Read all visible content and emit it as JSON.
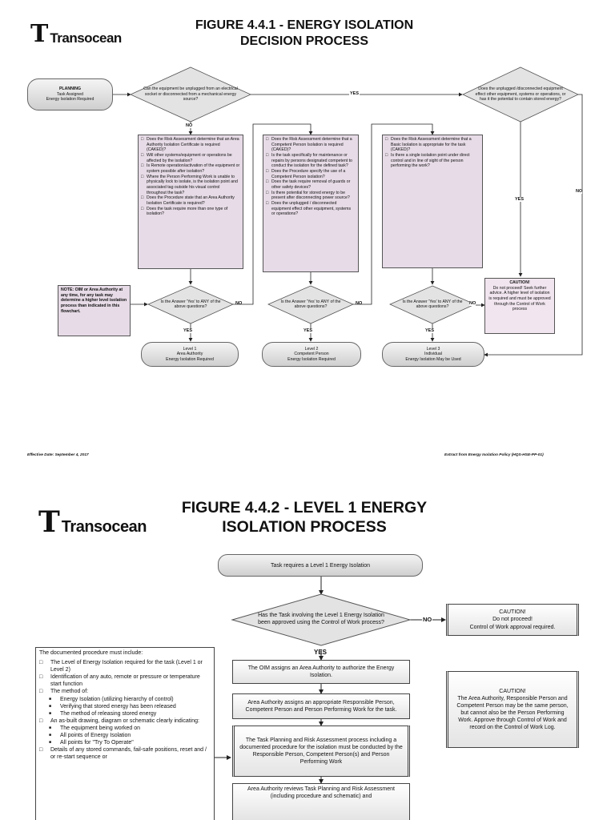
{
  "logo_text": "Transocean",
  "fig1": {
    "title_line1": "FIGURE 4.4.1 - ENERGY ISOLATION",
    "title_line2": "DECISION PROCESS",
    "planning": {
      "l1": "PLANNING",
      "l2": "Task Assigned",
      "l3": "Energy Isolation Required"
    },
    "d1": "Can the equipment be unplugged from an electrical socket or disconnected from a mechanical energy source?",
    "d2": "Does the unplugged /disconnected equipment effect other equipment, systems or operations, or has it the potential to contain stored energy?",
    "yes": "YES",
    "no": "NO",
    "q1": [
      "Does the Risk Assessment determine that an Area Authority Isolation Certificate is required (CAKED)?",
      "Will other systems/equipment or operations be affected by the isolation?",
      "Is Remote operation/activation of the equipment or system possible after isolation?",
      "Where the Person Performing Work is unable to physically lock to isolate, is the isolation point and associated tag outside his visual control throughout the task?",
      "Does the Procedure state that an Area Authority Isolation Certificate is required?",
      "Does the task require more than one type of isolation?"
    ],
    "q2": [
      "Does the Risk Assessment determine that a Competent Person Isolation is required (CAKED)?",
      "Is the task specifically for maintenance or repairs by persons designated competent to conduct the isolation for the defined task?",
      "Does the Procedure specify the use of a Competent Person isolation?",
      "Does the task require removal of guards or other safety devices?",
      "Is there potential for stored energy to be present after disconnecting power source?",
      "Does the unplugged / disconnected equipment effect other equipment, systems or operations?"
    ],
    "q3": [
      "Does the Risk Assessment determine that a Basic Isolation is appropriate for the task (CAKED)?",
      "Is there a single isolation point under direct control and in line of sight of the person performing the work?"
    ],
    "dq": "Is the Answer 'Yes' to ANY of the above questions?",
    "note": "NOTE: OIM or Area Authority at any time, for any task may determine a higher level isolation process than indicated in this flowchart.",
    "caution": {
      "title": "CAUTION!",
      "body": "Do not proceed! Seek further advice. A higher level of isolation is required and must be approved through the Control of Work process"
    },
    "levels": [
      {
        "l1": "Level 1",
        "l2": "Area Authority",
        "l3": "Energy Isolation Required"
      },
      {
        "l1": "Level 2",
        "l2": "Competent Person",
        "l3": "Energy Isolation Required"
      },
      {
        "l1": "Level 3",
        "l2": "Individual",
        "l3": "Energy Isolation May be Used"
      }
    ],
    "footer_left": "Effective Date: September 4, 2017",
    "footer_right": "Extract from Energy Isolation Policy (HQS-HSE-PP-01)"
  },
  "fig2": {
    "title_line1": "FIGURE 4.4.2 - LEVEL 1 ENERGY",
    "title_line2": "ISOLATION PROCESS",
    "start": "Task requires a Level 1 Energy Isolation",
    "decision": "Has the Task involving the Level 1 Energy Isolation been approved using the Control of Work process?",
    "yes": "YES",
    "no": "NO",
    "caution1": {
      "title": "CAUTION!",
      "l1": "Do not proceed!",
      "l2": "Control of Work approval required."
    },
    "caution2": {
      "title": "CAUTION!",
      "body": "The Area Authority, Responsible Person and Competent Person may be the same person, but cannot also be the Person Performing Work. Approve through Control of Work and record on the Control of Work Log."
    },
    "steps": [
      "The OIM assigns an Area Authority to authorize the Energy Isolation.",
      "Area Authority assigns an appropriate Responsible Person, Competent Person and Person Performing Work for the task.",
      "The Task Planning and Risk Assessment process including a documented procedure for the isolation must be conducted by the Responsible Person, Competent Person(s) and Person Performing Work",
      "Area Authority reviews Task Planning and Risk Assessment (including procedure and schematic) and"
    ],
    "doc_title": "The documented procedure must include:",
    "doc_items": [
      {
        "t": "The Level of Energy Isolation required for the task (Level 1 or Level 2)",
        "sub": false
      },
      {
        "t": "Identification of any auto, remote or pressure or temperature start function",
        "sub": false
      },
      {
        "t": "The method of:",
        "sub": false
      },
      {
        "t": "Energy Isolation (utilizing hierarchy of control)",
        "sub": true
      },
      {
        "t": "Verifying that stored energy has been released",
        "sub": true
      },
      {
        "t": "The method of releasing stored energy",
        "sub": true
      },
      {
        "t": "An as-built drawing, diagram or schematic clearly indicating:",
        "sub": false
      },
      {
        "t": "The equipment being worked on",
        "sub": true
      },
      {
        "t": "All points of Energy Isolation",
        "sub": true
      },
      {
        "t": "All points for \"Try To Operate\"",
        "sub": true
      },
      {
        "t": "Details of any stored commands, fail-safe positions, reset and / or re-start sequence or",
        "sub": false
      }
    ]
  }
}
